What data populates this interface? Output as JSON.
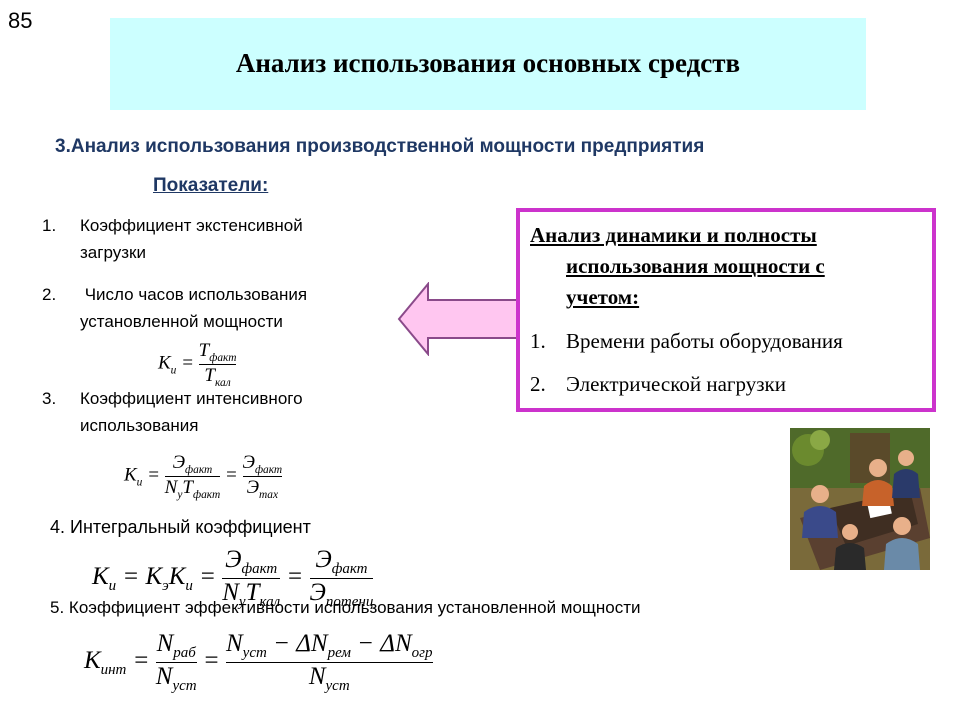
{
  "slide_number": "85",
  "title": "Анализ использования основных средств",
  "subtitle": "3.Анализ использования производственной мощности предприятия",
  "indicators_heading": "Показатели:",
  "items": [
    {
      "num": "1.",
      "line1": "Коэффициент экстенсивной",
      "line2": "загрузки"
    },
    {
      "num": "2.",
      "line1": " Число часов использования",
      "line2": "установленной мощности"
    },
    {
      "num": "3.",
      "line1": "Коэффициент интенсивного",
      "line2": "использования"
    },
    {
      "num": "4.",
      "line1": "Интегральный коэффициент"
    },
    {
      "num": "5.",
      "line1": "Коэффициент эффективности использования установленной мощности"
    }
  ],
  "formulas": {
    "f1": {
      "lhs": "К",
      "lhs_sub": "и",
      "num": "Т",
      "num_sub": "факт",
      "den": "Т",
      "den_sub": "кал"
    },
    "f2": {
      "lhs": "К",
      "lhs_sub": "и",
      "num1": "Э",
      "num1_sub": "факт",
      "den1": "N",
      "den1_sub": "у",
      "den1b": "Т",
      "den1b_sub": "факт",
      "num2": "Э",
      "num2_sub": "факт",
      "den2": "Э",
      "den2_sub": "max"
    },
    "f3": {
      "lhs": "К",
      "lhs_sub": "и",
      "mid": "К",
      "mid_sub": "э",
      "mid2": "К",
      "mid2_sub": "и",
      "num1": "Э",
      "num1_sub": "факт",
      "den1": "N",
      "den1_sub": "у",
      "den1b": "Т",
      "den1b_sub": "кал",
      "num2": "Э",
      "num2_sub": "факт",
      "den2": "Э",
      "den2_sub": "потенц"
    },
    "f4": {
      "lhs": "К",
      "lhs_sub": "инт",
      "num1": "N",
      "num1_sub": "раб",
      "den1": "N",
      "den1_sub": "уст",
      "num2a": "N",
      "num2a_sub": "уст",
      "num2b": "ΔN",
      "num2b_sub": "рем",
      "num2c": "Δ",
      "num2d": "N",
      "num2d_sub": "огр",
      "den2": "N",
      "den2_sub": "уст"
    }
  },
  "pink_box": {
    "head_line1": "Анализ динамики и полносты",
    "head_line2": "использования мощности с",
    "head_line3": "учетом:",
    "list": [
      {
        "num": "1.",
        "text": "Времени работы оборудования"
      },
      {
        "num": "2.",
        "text": "Электрической нагрузки"
      }
    ]
  },
  "colors": {
    "title_bg": "#ccffff",
    "subtitle": "#1f3864",
    "pink_border": "#cc33cc",
    "arrow_fill": "#ffc6f0",
    "arrow_stroke": "#8a4a8a"
  },
  "icons": {
    "arrow": "left-arrow-icon",
    "clipart": "business-meeting-clipart"
  }
}
